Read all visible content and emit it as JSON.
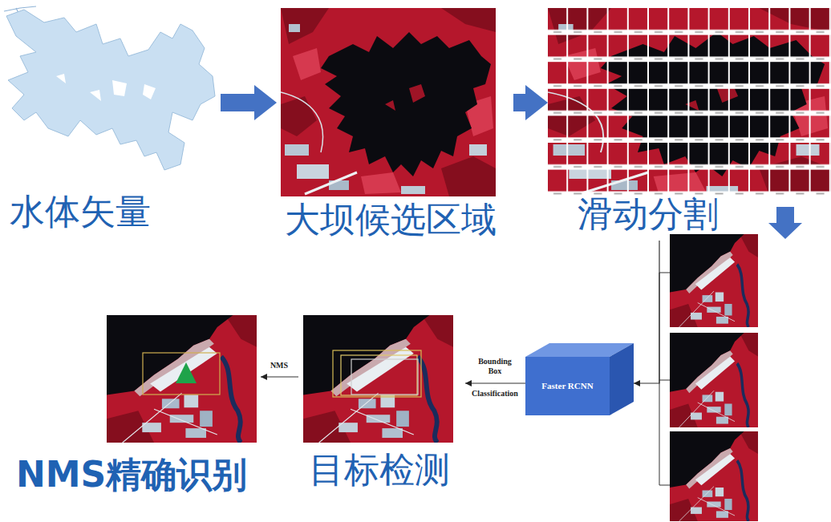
{
  "diagram": {
    "nodes": [
      {
        "text": [
          "水体矢量"
        ]
      },
      {
        "text": [
          "大坝候选区域"
        ]
      },
      {
        "text": [
          "滑动分割"
        ]
      },
      {
        "text": [
          "Faster RCNN"
        ]
      },
      {
        "text": [
          "目标检测"
        ]
      },
      {
        "text": [
          "NMS精确识别"
        ]
      }
    ],
    "edges": [
      {
        "from": 0,
        "to": 1,
        "arrow": "to"
      },
      {
        "from": 1,
        "to": 2,
        "arrow": "to"
      },
      {
        "from": 2,
        "to": 3,
        "arrow": "to"
      },
      {
        "from": 3,
        "to": 4,
        "label": "Bounding Box",
        "arrow": "to"
      },
      {
        "from": 4,
        "to": 5,
        "label": "NMS",
        "arrow": "to"
      }
    ],
    "labels": [
      "Classification"
    ]
  }
}
